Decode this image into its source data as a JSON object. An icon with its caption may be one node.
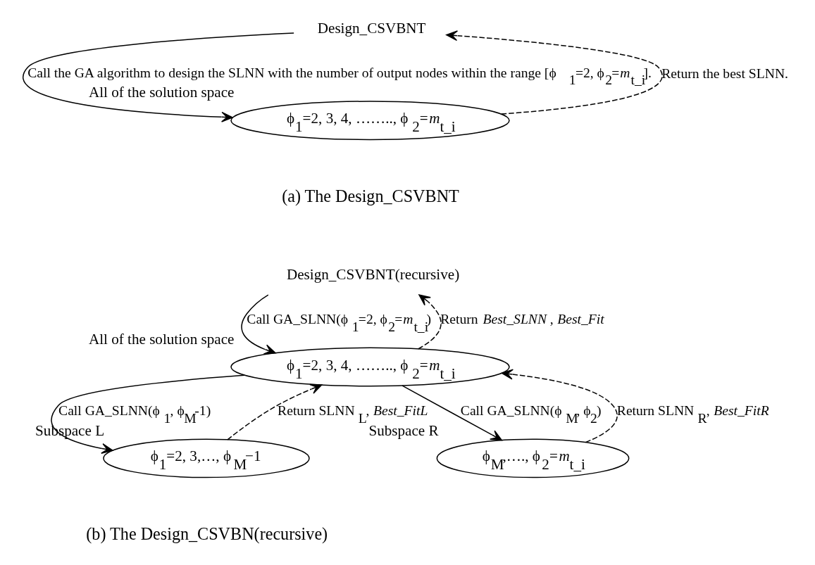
{
  "diagram": {
    "nodes": [
      {
        "text": [
          "Design_CSVBNT"
        ]
      },
      {
        "text": [
          "ϕ$_{1}$=2, 3, 4, …….., ϕ$_{2}$=*m*$_{t_i}$"
        ],
        "beside": [
          "All of the solution space"
        ]
      },
      {
        "text": [
          "Design_CSVBNT(recursive)"
        ]
      },
      {
        "text": [
          "ϕ$_{1}$=2, 3, 4, …….., ϕ$_{2}$=*m*$_{t_i}$"
        ],
        "beside": [
          "All of the solution space"
        ]
      },
      {
        "text": [
          "ϕ$_{1}$=2, 3,…, ϕ$_{M}$−1"
        ],
        "beside": [
          "Subspace L"
        ]
      },
      {
        "text": [
          "ϕ$_{M}$,…., ϕ$_{2}$=*m*$_{t_i}$"
        ],
        "beside": [
          "Subspace R"
        ]
      }
    ],
    "edges": [
      {
        "from": 0,
        "to": 1,
        "arrow": "to",
        "label": "Call the GA algorithm to design the SLNN with the number of output nodes within the range [ϕ$_{1}$=2, ϕ$_{2}$=*m*$_{t_i}$]."
      },
      {
        "from": 1,
        "to": 0,
        "arrow": "to",
        "style": "dashed",
        "label": "Return the best SLNN."
      },
      {
        "from": 2,
        "to": 3,
        "arrow": "to",
        "label": "Call GA_SLNN(ϕ$_{1}$=2, ϕ$_{2}$=*m*$_{t_i}$)"
      },
      {
        "from": 3,
        "to": 2,
        "arrow": "to",
        "style": "dashed",
        "label": "Return *Best_SLNN*, *Best_Fit*"
      },
      {
        "from": 3,
        "to": 4,
        "arrow": "to",
        "label": "Call GA_SLNN(ϕ$_{1}$, ϕ$_{M}$-1)"
      },
      {
        "from": 4,
        "to": 3,
        "arrow": "to",
        "style": "dashed",
        "label": "Return SLNN$_{L}$, *Best_FitL*"
      },
      {
        "from": 3,
        "to": 5,
        "arrow": "to",
        "label": "Call GA_SLNN(ϕ$_{M}$, ϕ$_{2}$)"
      },
      {
        "from": 5,
        "to": 3,
        "arrow": "to",
        "style": "dashed",
        "label": "Return SLNN$_{R}$, *Best_FitR*"
      }
    ],
    "labels": [
      "(a) The Design_CSVBNT",
      "(b) The Design_CSVBN(recursive)"
    ]
  }
}
